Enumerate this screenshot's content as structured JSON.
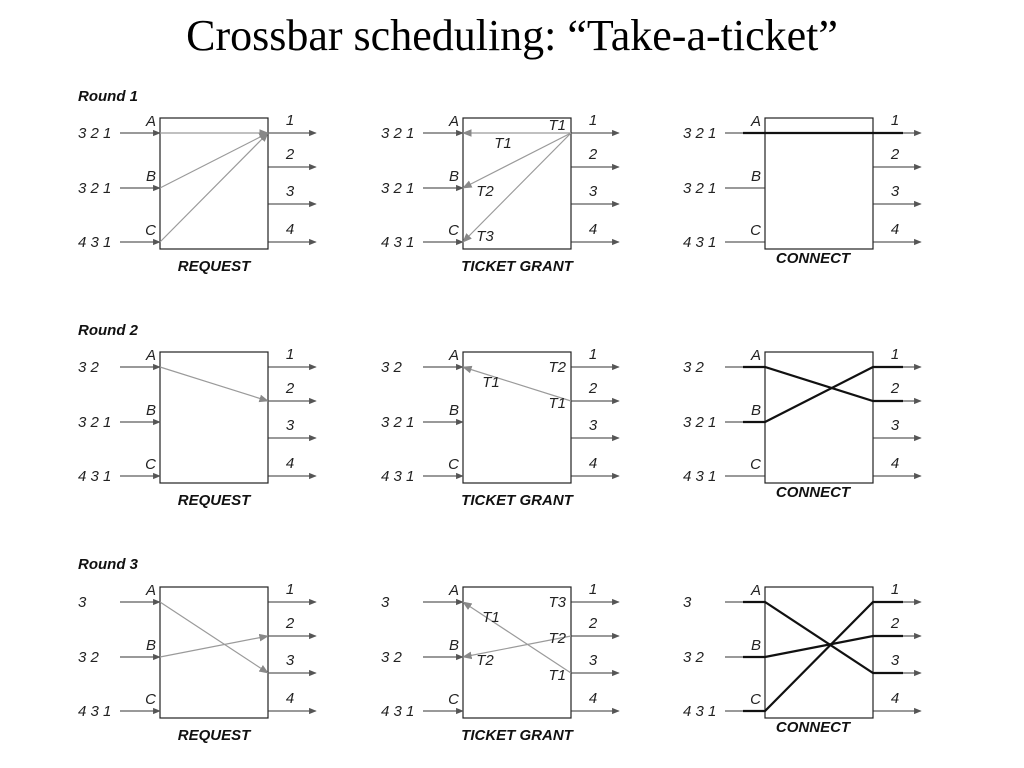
{
  "title": "Crossbar scheduling: “Take-a-ticket”",
  "inputs": [
    "A",
    "B",
    "C"
  ],
  "outputs": [
    "1",
    "2",
    "3",
    "4"
  ],
  "captions": {
    "request": "REQUEST",
    "grant": "TICKET GRANT",
    "connect": "CONNECT"
  },
  "rounds": [
    {
      "label": "Round 1",
      "queues": {
        "request": [
          "3 2 1",
          "3 2 1",
          "4 3 1"
        ],
        "grant": [
          "3 2 1",
          "3 2 1",
          "4 3 1"
        ],
        "connect": [
          "3 2 1",
          "3 2 1",
          "4 3 1"
        ]
      },
      "requests": [
        [
          "A",
          "1"
        ],
        [
          "B",
          "1"
        ],
        [
          "C",
          "1"
        ]
      ],
      "grants": [
        {
          "from": "1",
          "to": "A",
          "out_ticket": "T1",
          "in_ticket": "T1"
        },
        {
          "from": "1",
          "to": "B",
          "out_ticket": "",
          "in_ticket": "T2"
        },
        {
          "from": "1",
          "to": "C",
          "out_ticket": "",
          "in_ticket": "T3"
        }
      ],
      "connections": [
        [
          "A",
          "1"
        ]
      ]
    },
    {
      "label": "Round 2",
      "queues": {
        "request": [
          "3 2",
          "3 2 1",
          "4 3 1"
        ],
        "grant": [
          "3 2",
          "3 2 1",
          "4 3 1"
        ],
        "connect": [
          "3 2",
          "3 2 1",
          "4 3 1"
        ]
      },
      "requests": [
        [
          "A",
          "2"
        ]
      ],
      "grants": [
        {
          "from": "2",
          "to": "A",
          "out_ticket": "T1",
          "in_ticket": "T1"
        }
      ],
      "grant_extra_ticket": {
        "output": "1",
        "text": "T2"
      },
      "connections": [
        [
          "A",
          "2"
        ],
        [
          "B",
          "1"
        ]
      ]
    },
    {
      "label": "Round 3",
      "queues": {
        "request": [
          "3",
          "3 2",
          "4 3 1"
        ],
        "grant": [
          "3",
          "3 2",
          "4 3 1"
        ],
        "connect": [
          "3",
          "3 2",
          "4 3 1"
        ]
      },
      "requests": [
        [
          "A",
          "3"
        ],
        [
          "B",
          "2"
        ]
      ],
      "grants": [
        {
          "from": "3",
          "to": "A",
          "out_ticket": "T1",
          "in_ticket": "T1"
        },
        {
          "from": "2",
          "to": "B",
          "out_ticket": "T2",
          "in_ticket": "T2"
        }
      ],
      "grant_extra_ticket": {
        "output": "1",
        "text": "T3"
      },
      "connections": [
        [
          "A",
          "3"
        ],
        [
          "B",
          "2"
        ],
        [
          "C",
          "1"
        ]
      ]
    }
  ]
}
